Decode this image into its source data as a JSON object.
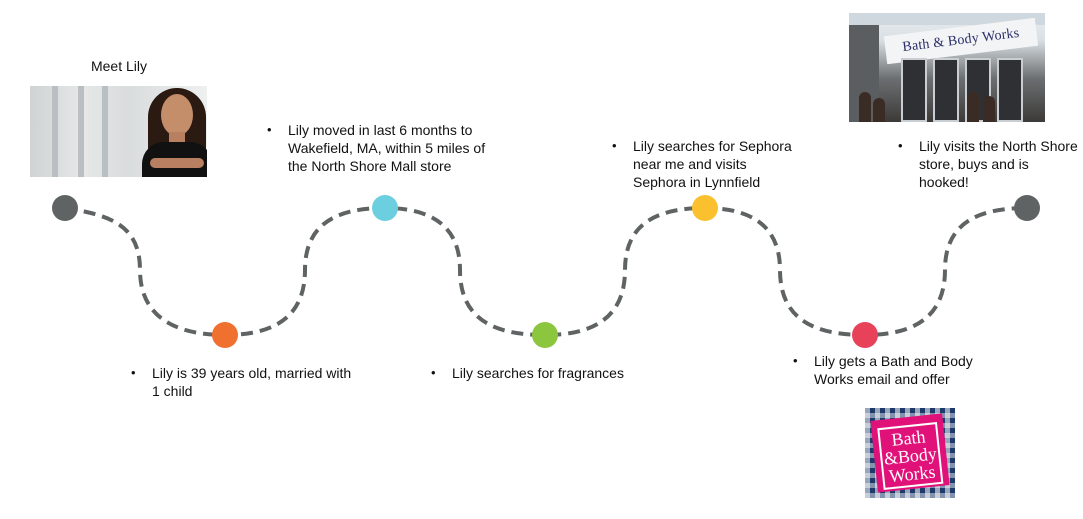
{
  "title": "Meet Lily",
  "steps": [
    {
      "text": "Lily is 39 years old, married with\n1 child"
    },
    {
      "text": "Lily moved in last 6 months to\nWakefield, MA, within 5 miles of\nthe North Shore Mall store"
    },
    {
      "text": "Lily searches for fragrances"
    },
    {
      "text": "Lily searches for Sephora\nnear me and visits\nSephora in Lynnfield"
    },
    {
      "text": "Lily gets a Bath and Body\nWorks email and offer"
    },
    {
      "text": "Lily visits the North Shore\nstore, buys and is\nhooked!"
    }
  ],
  "bullet": "•",
  "path": {
    "line_color": "#5f6364",
    "node_colors": [
      "#5f6364",
      "#f07030",
      "#6ccfe0",
      "#8cc63f",
      "#fbc02d",
      "#e8415a",
      "#5f6364"
    ]
  },
  "images": {
    "portrait": {
      "icon": "woman-portrait"
    },
    "store_photo": {
      "icon": "storefront-photo",
      "sign_text": "Bath & Body Works"
    },
    "brand_logo": {
      "icon": "bath-body-works-logo",
      "lines": [
        "Bath",
        "&Body",
        "Works"
      ]
    }
  }
}
